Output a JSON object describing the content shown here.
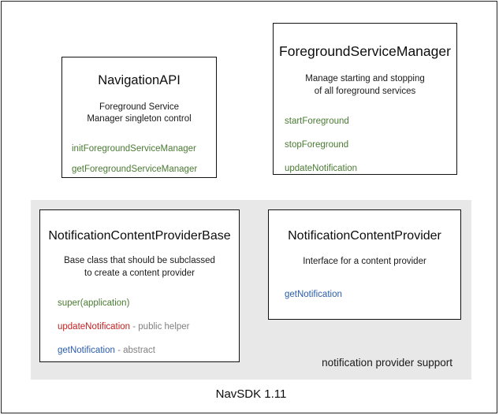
{
  "diagram": {
    "caption": "NavSDK 1.11",
    "group": {
      "label": "notification provider support",
      "background_color": "#e8e8e8"
    },
    "colors": {
      "green": "#4a7a33",
      "red": "#c32020",
      "blue": "#2a5caa",
      "note_gray": "#808080",
      "border": "#111111",
      "frame": "#222222"
    },
    "boxes": [
      {
        "id": "navigation-api",
        "title": "NavigationAPI",
        "description_lines": [
          "Foreground Service",
          "Manager singleton control"
        ],
        "methods": [
          {
            "name": "initForegroundServiceManager",
            "color": "green",
            "note": ""
          },
          {
            "name": "getForegroundServiceManager",
            "color": "green",
            "note": ""
          }
        ]
      },
      {
        "id": "foreground-service-manager",
        "title": "ForegroundServiceManager",
        "description_lines": [
          "Manage starting and stopping",
          "of all foreground services"
        ],
        "methods": [
          {
            "name": "startForeground",
            "color": "green",
            "note": ""
          },
          {
            "name": "stopForeground",
            "color": "green",
            "note": ""
          },
          {
            "name": "updateNotification",
            "color": "green",
            "note": ""
          }
        ]
      },
      {
        "id": "notification-content-provider-base",
        "title": "NotificationContentProviderBase",
        "description_lines": [
          "Base class that should be subclassed",
          "to create a content provider"
        ],
        "methods": [
          {
            "name": "super(application)",
            "color": "green",
            "note": ""
          },
          {
            "name": "updateNotification",
            "color": "red",
            "note": " - public helper"
          },
          {
            "name": "getNotification",
            "color": "blue",
            "note": " - abstract"
          }
        ]
      },
      {
        "id": "notification-content-provider",
        "title": "NotificationContentProvider",
        "description_lines": [
          "Interface for a content provider"
        ],
        "methods": [
          {
            "name": "getNotification",
            "color": "blue",
            "note": ""
          }
        ]
      }
    ]
  }
}
